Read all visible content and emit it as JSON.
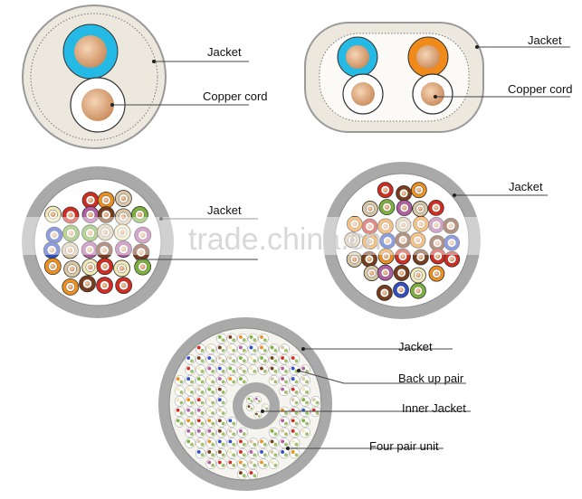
{
  "diagrams": {
    "d1": {
      "label_1": "Jacket",
      "label_2": "Copper cord"
    },
    "d2": {
      "label_1": "Jacket",
      "label_2": "Copper cord"
    },
    "d3": {
      "label_1": "Jacket"
    },
    "d4": {
      "label_1": "Jacket"
    },
    "d5": {
      "label_1": "Jacket",
      "label_2": "Back up pair",
      "label_3": "Inner Jacket",
      "label_4": "Four pair unit"
    }
  },
  "watermark": "trade.china.cn",
  "colors": {
    "jacket_light": "#ece8dd",
    "jacket_grey": "#a9a9a9",
    "copper": "#e1ad82",
    "blue_insulation": "#25b9e6",
    "orange_insulation": "#f08a1a",
    "line": "#444444"
  },
  "core_colors": [
    "#d62b1e",
    "#f0901c",
    "#2f4fc9",
    "#7db33b",
    "#7a3b1a",
    "#d9c7a6",
    "#f3e9b6",
    "#b45ea3"
  ]
}
